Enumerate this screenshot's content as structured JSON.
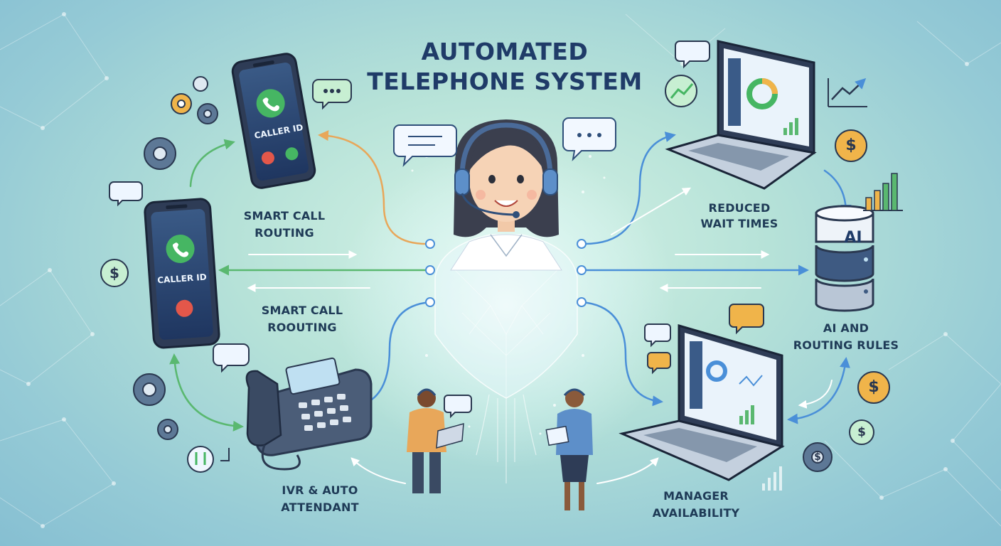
{
  "title": {
    "line1": "AUTOMATED",
    "line2": "TELEPHONE SYSTEM"
  },
  "labels": {
    "smart_call_routing_top": {
      "line1": "SMART CALL",
      "line2": "ROUTING"
    },
    "smart_call_routing_bottom": {
      "line1": "SMART CALL",
      "line2": "ROOUTING"
    },
    "reduced_wait_times": {
      "line1": "REDUCED",
      "line2": "WAIT TIMES"
    },
    "ai_routing_rules": {
      "line1": "AI AND",
      "line2": "ROUTING RULES"
    },
    "ivr_auto_attendant": {
      "line1": "IVR & AUTO",
      "line2": "ATTENDANT"
    },
    "manager_availability": {
      "line1": "MANAGER",
      "line2": "AVAILABILITY"
    }
  },
  "phones": {
    "top_caption": "CALLER ID",
    "left_caption": "CALLER ID"
  },
  "database_label": "AI",
  "currency_symbol": "$",
  "colors": {
    "navy": "#1f3b68",
    "text": "#1f3b57",
    "arrow_blue": "#4a8fd8",
    "arrow_green": "#5ab870",
    "arrow_orange": "#e8a75a",
    "accept_green": "#46b663",
    "decline_red": "#e3574a",
    "coin_gold": "#f0b44a",
    "headset_blue": "#5d8fc9"
  },
  "icons": [
    "gear-icon",
    "chat-bubble-icon",
    "dollar-coin-icon",
    "phone-icon",
    "laptop-icon",
    "bar-chart-icon",
    "trend-line-icon",
    "database-icon",
    "desk-phone-icon",
    "person-icon"
  ]
}
